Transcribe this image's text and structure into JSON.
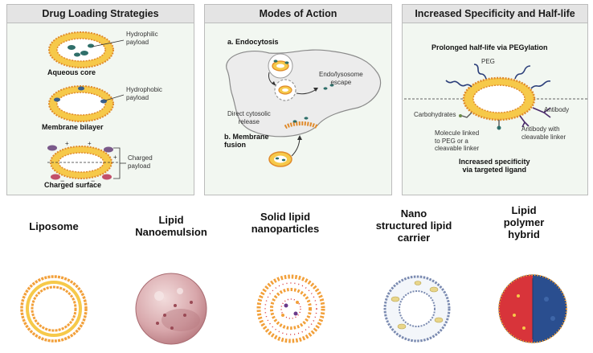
{
  "panels": {
    "drug_loading": {
      "title": "Drug Loading Strategies",
      "hydrophilic": "Hydrophilic\npayload",
      "aqueous_core": "Aqueous core",
      "hydrophobic": "Hydrophobic\npayload",
      "membrane_bilayer": "Membrane bilayer",
      "charged": "Charged\npayload",
      "charged_surface": "Charged surface"
    },
    "modes": {
      "title": "Modes of Action",
      "endocytosis": "a. Endocytosis",
      "escape": "Endo/lysosome\nescape",
      "direct": "Direct cytosolic\nrelease",
      "fusion": "b. Membrane\nfusion"
    },
    "specificity": {
      "title": "Increased Specificity and Half-life",
      "prolonged": "Prolonged half-life via PEGylation",
      "peg": "PEG",
      "antibody": "Antibody",
      "carbohydrates": "Carbohydrates",
      "antibody_linker": "Antibody with\ncleavable linker",
      "molecule": "Molecule linked\nto PEG or a\ncleavable linker",
      "increased": "Increased specificity\nvia targeted ligand"
    }
  },
  "carriers": [
    {
      "name": "Liposome"
    },
    {
      "name": "Lipid\nNanoemulsion"
    },
    {
      "name": "Solid lipid\nnanoparticles"
    },
    {
      "name": "Nano\nstructured lipid\ncarrier"
    },
    {
      "name": "Lipid\npolymer\nhybrid"
    }
  ],
  "colors": {
    "lipid_orange": "#f2a03a",
    "lipid_yellow": "#f6c94a",
    "payload_teal": "#2f6f6a",
    "cell_gray": "#ececec",
    "emulsion_pink": "#d8a7ab",
    "hybrid_blue": "#2a4e8f",
    "hybrid_red": "#d8343a"
  }
}
